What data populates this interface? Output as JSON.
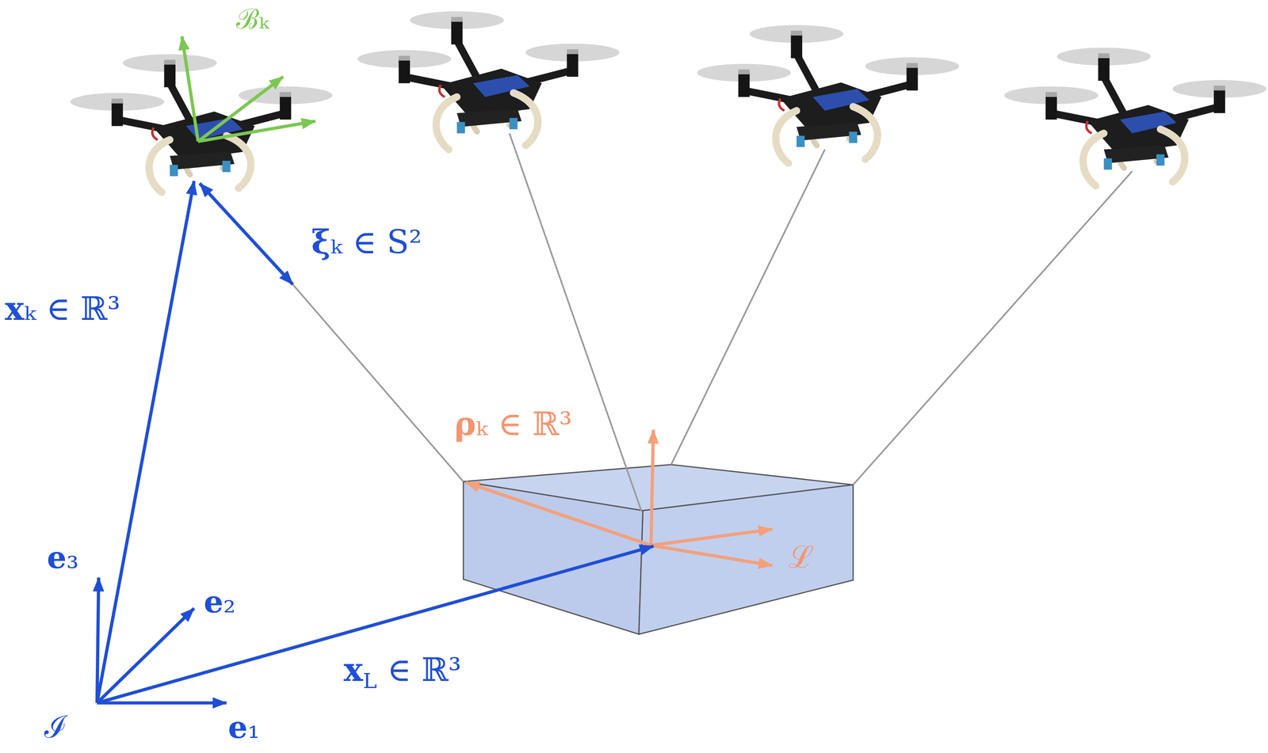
{
  "diagram": {
    "labels": [
      "ℬₖ",
      "ξₖ ∈ S²",
      "xₖ ∈ ℝ³",
      "ρₖ ∈ ℝ³",
      "ℒ",
      "e₃",
      "e₂",
      "xL ∈ ℝ³",
      "ℐ",
      "e₁"
    ]
  }
}
